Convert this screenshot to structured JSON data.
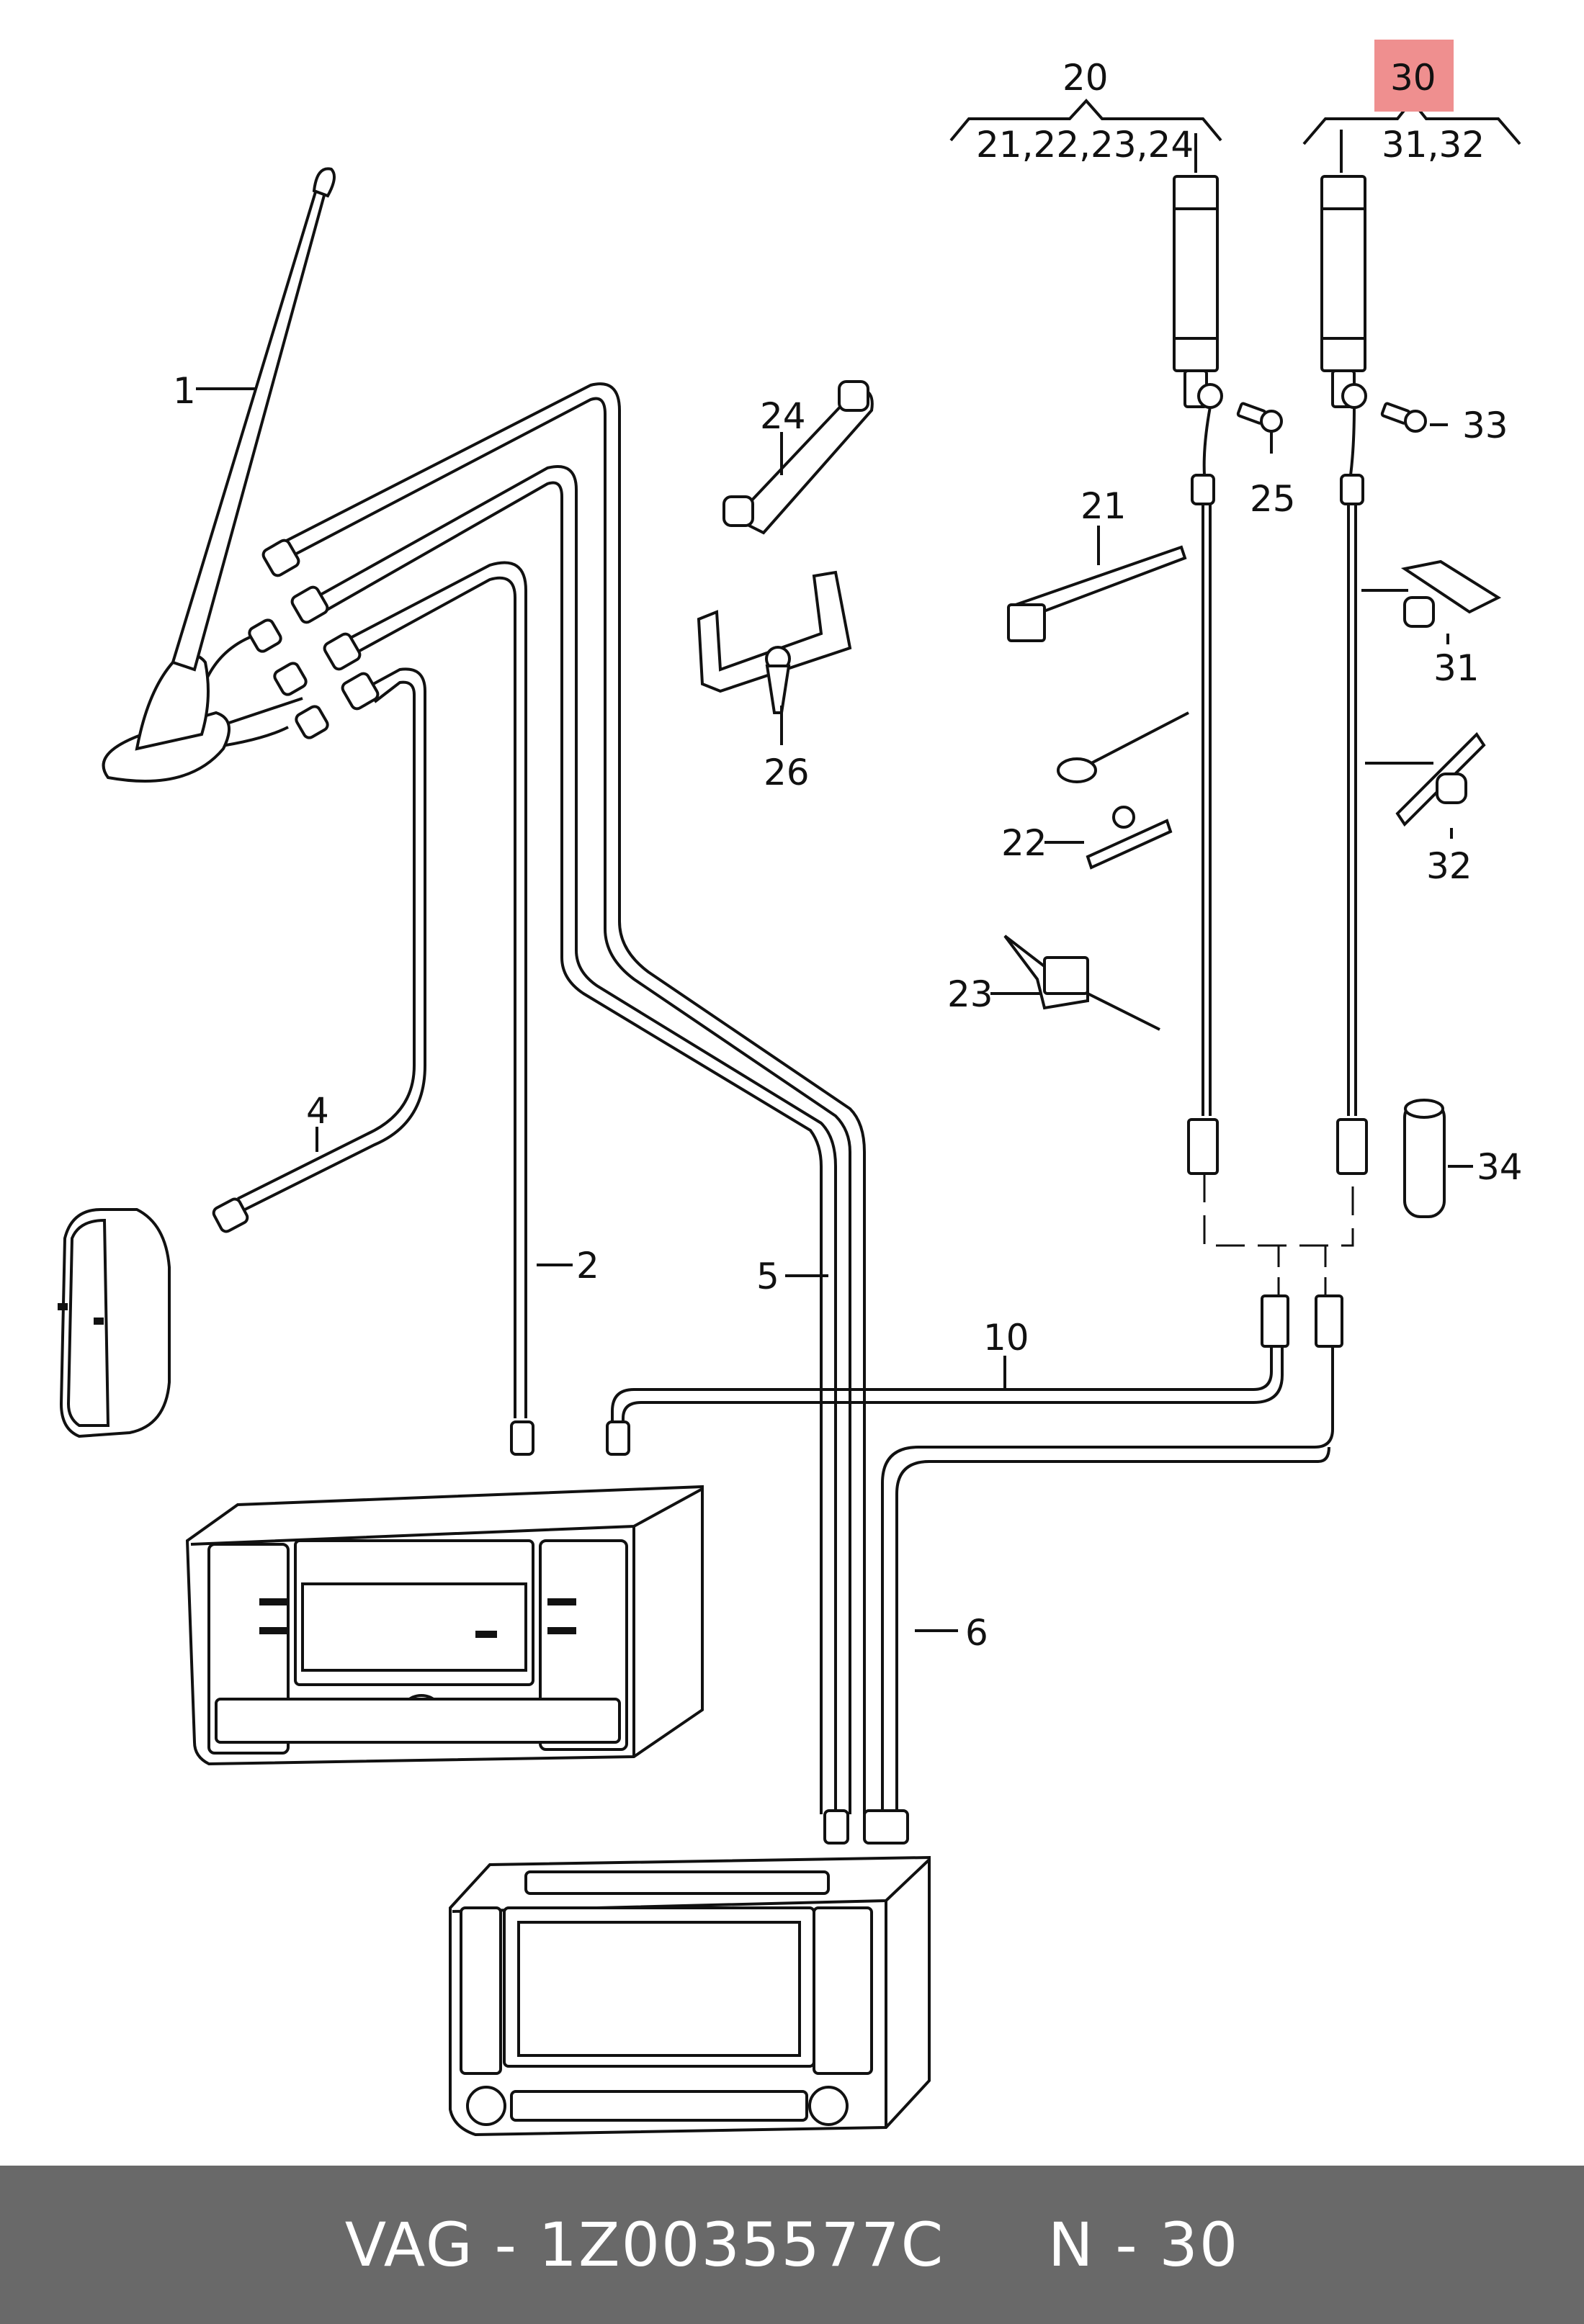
{
  "diagram": {
    "highlight_color": "#ef8f8f",
    "labels": {
      "p1": "1",
      "p2": "2",
      "p4": "4",
      "p5": "5",
      "p6": "6",
      "p10": "10",
      "p20": "20",
      "p20sub": "21,22,23,24",
      "p30": "30",
      "p30sub": "31,32",
      "p21": "21",
      "p22": "22",
      "p23": "23",
      "p24": "24",
      "p25": "25",
      "p26": "26",
      "p31": "31",
      "p32": "32",
      "p33": "33",
      "p34": "34"
    }
  },
  "footer": {
    "text": "VAG - 1Z0035577C     N - 30",
    "background": "#696969"
  }
}
